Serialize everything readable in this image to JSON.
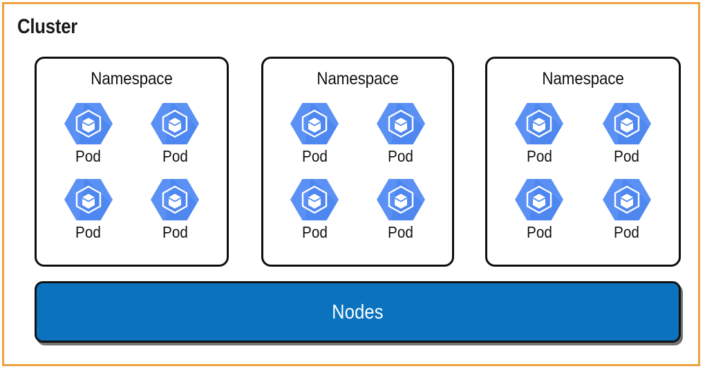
{
  "diagram": {
    "type": "kubernetes-architecture",
    "cluster": {
      "title": "Cluster",
      "border_color": "#efa040",
      "background_color": "#ffffff"
    },
    "namespaces": [
      {
        "title": "Namespace",
        "pods": [
          {
            "label": "Pod",
            "icon": "kubernetes-pod-icon"
          },
          {
            "label": "Pod",
            "icon": "kubernetes-pod-icon"
          },
          {
            "label": "Pod",
            "icon": "kubernetes-pod-icon"
          },
          {
            "label": "Pod",
            "icon": "kubernetes-pod-icon"
          }
        ]
      },
      {
        "title": "Namespace",
        "pods": [
          {
            "label": "Pod",
            "icon": "kubernetes-pod-icon"
          },
          {
            "label": "Pod",
            "icon": "kubernetes-pod-icon"
          },
          {
            "label": "Pod",
            "icon": "kubernetes-pod-icon"
          },
          {
            "label": "Pod",
            "icon": "kubernetes-pod-icon"
          }
        ]
      },
      {
        "title": "Namespace",
        "pods": [
          {
            "label": "Pod",
            "icon": "kubernetes-pod-icon"
          },
          {
            "label": "Pod",
            "icon": "kubernetes-pod-icon"
          },
          {
            "label": "Pod",
            "icon": "kubernetes-pod-icon"
          },
          {
            "label": "Pod",
            "icon": "kubernetes-pod-icon"
          }
        ]
      }
    ],
    "nodes": {
      "label": "Nodes",
      "fill_color": "#0b72be",
      "text_color": "#ffffff",
      "border_color": "#111111"
    },
    "colors": {
      "pod_hex_light": "#5b91f5",
      "pod_hex_shadow": "#3f74df",
      "pod_glyph": "#ffffff",
      "namespace_border": "#0d0d0d",
      "cluster_border": "#efa040",
      "text": "#111111"
    }
  }
}
